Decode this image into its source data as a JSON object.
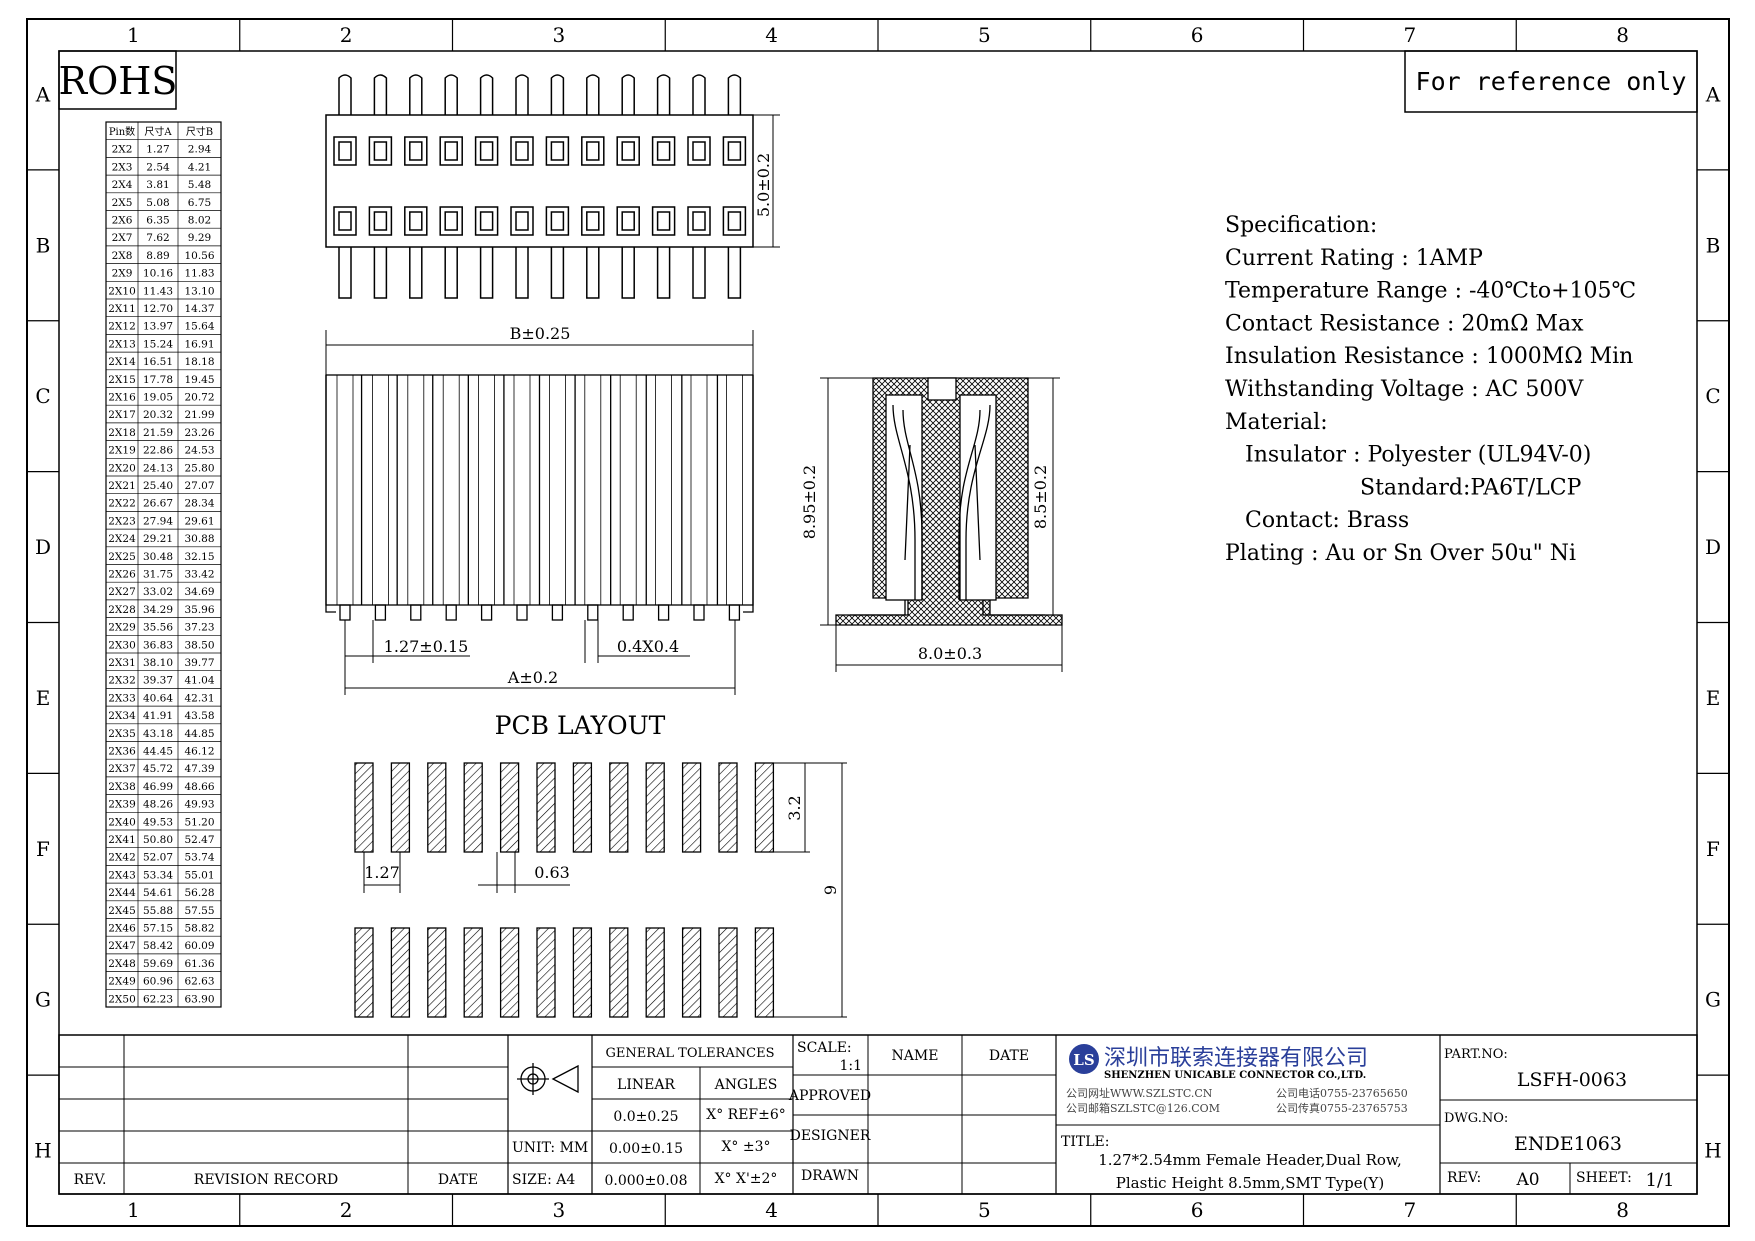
{
  "grid": {
    "cols": [
      "1",
      "2",
      "3",
      "4",
      "5",
      "6",
      "7",
      "8"
    ],
    "rows": [
      "A",
      "B",
      "C",
      "D",
      "E",
      "F",
      "G",
      "H"
    ]
  },
  "rohs": "ROHS",
  "reference_note": "For reference only",
  "size_table": {
    "headers": [
      "Pin数",
      "尺寸A",
      "尺寸B"
    ],
    "rows": [
      [
        "2X2",
        "1.27",
        "2.94"
      ],
      [
        "2X3",
        "2.54",
        "4.21"
      ],
      [
        "2X4",
        "3.81",
        "5.48"
      ],
      [
        "2X5",
        "5.08",
        "6.75"
      ],
      [
        "2X6",
        "6.35",
        "8.02"
      ],
      [
        "2X7",
        "7.62",
        "9.29"
      ],
      [
        "2X8",
        "8.89",
        "10.56"
      ],
      [
        "2X9",
        "10.16",
        "11.83"
      ],
      [
        "2X10",
        "11.43",
        "13.10"
      ],
      [
        "2X11",
        "12.70",
        "14.37"
      ],
      [
        "2X12",
        "13.97",
        "15.64"
      ],
      [
        "2X13",
        "15.24",
        "16.91"
      ],
      [
        "2X14",
        "16.51",
        "18.18"
      ],
      [
        "2X15",
        "17.78",
        "19.45"
      ],
      [
        "2X16",
        "19.05",
        "20.72"
      ],
      [
        "2X17",
        "20.32",
        "21.99"
      ],
      [
        "2X18",
        "21.59",
        "23.26"
      ],
      [
        "2X19",
        "22.86",
        "24.53"
      ],
      [
        "2X20",
        "24.13",
        "25.80"
      ],
      [
        "2X21",
        "25.40",
        "27.07"
      ],
      [
        "2X22",
        "26.67",
        "28.34"
      ],
      [
        "2X23",
        "27.94",
        "29.61"
      ],
      [
        "2X24",
        "29.21",
        "30.88"
      ],
      [
        "2X25",
        "30.48",
        "32.15"
      ],
      [
        "2X26",
        "31.75",
        "33.42"
      ],
      [
        "2X27",
        "33.02",
        "34.69"
      ],
      [
        "2X28",
        "34.29",
        "35.96"
      ],
      [
        "2X29",
        "35.56",
        "37.23"
      ],
      [
        "2X30",
        "36.83",
        "38.50"
      ],
      [
        "2X31",
        "38.10",
        "39.77"
      ],
      [
        "2X32",
        "39.37",
        "41.04"
      ],
      [
        "2X33",
        "40.64",
        "42.31"
      ],
      [
        "2X34",
        "41.91",
        "43.58"
      ],
      [
        "2X35",
        "43.18",
        "44.85"
      ],
      [
        "2X36",
        "44.45",
        "46.12"
      ],
      [
        "2X37",
        "45.72",
        "47.39"
      ],
      [
        "2X38",
        "46.99",
        "48.66"
      ],
      [
        "2X39",
        "48.26",
        "49.93"
      ],
      [
        "2X40",
        "49.53",
        "51.20"
      ],
      [
        "2X41",
        "50.80",
        "52.47"
      ],
      [
        "2X42",
        "52.07",
        "53.74"
      ],
      [
        "2X43",
        "53.34",
        "55.01"
      ],
      [
        "2X44",
        "54.61",
        "56.28"
      ],
      [
        "2X45",
        "55.88",
        "57.55"
      ],
      [
        "2X46",
        "57.15",
        "58.82"
      ],
      [
        "2X47",
        "58.42",
        "60.09"
      ],
      [
        "2X48",
        "59.69",
        "61.36"
      ],
      [
        "2X49",
        "60.96",
        "62.63"
      ],
      [
        "2X50",
        "62.23",
        "63.90"
      ]
    ]
  },
  "dimensions": {
    "top_height": "5.0±0.2",
    "b_width": "B±0.25",
    "pitch": "1.27±0.15",
    "pin_section": "0.4X0.4",
    "a_width": "A±0.2",
    "side_height_outer": "8.95±0.2",
    "side_height_inner": "8.5±0.2",
    "side_width": "8.0±0.3",
    "pad_length": "3.2",
    "row_spacing": "9",
    "pad_pitch": "1.27",
    "pad_width": "0.63"
  },
  "pcb_layout_label": "PCB LAYOUT",
  "specification": [
    "Specification:",
    "Current Rating : 1AMP",
    "Temperature Range : -40℃to+105℃",
    "Contact Resistance : 20mΩ Max",
    "Insulation Resistance : 1000MΩ Min",
    "Withstanding Voltage : AC 500V",
    "Material:",
    "Insulator : Polyester (UL94V-0)",
    "Standard:PA6T/LCP",
    "Contact: Brass",
    "Plating : Au or Sn Over 50u\" Ni"
  ],
  "title_block": {
    "rev_label": "REV.",
    "revision_record": "REVISION RECORD",
    "date_label": "DATE",
    "unit": "UNIT: MM",
    "size": "SIZE: A4",
    "general_tolerances": "GENERAL TOLERANCES",
    "linear": "LINEAR",
    "angles": "ANGLES",
    "lin1": "0.0±0.25",
    "lin2": "0.00±0.15",
    "lin3": "0.000±0.08",
    "ang1": "X° REF±6°",
    "ang2": "X° ±3°",
    "ang3": "X° X'±2°",
    "scale_label": "SCALE:",
    "scale_value": "1:1",
    "name_label": "NAME",
    "date_label2": "DATE",
    "approved": "APPROVED",
    "designer": "DESIGNER",
    "drawn": "DRAWN",
    "company_cn": "深圳市联索连接器有限公司",
    "company_en": "SHENZHEN UNICABLE CONNECTOR CO.,LTD.",
    "website": "公司网址WWW.SZLSTC.CN",
    "email": "公司邮箱SZLSTC@126.COM",
    "phone": "公司电话0755-23765650",
    "fax": "公司传真0755-23765753",
    "logo_letters": "LS",
    "title_label": "TITLE:",
    "title_line1": "1.27*2.54mm Female Header,Dual Row,",
    "title_line2": "Plastic Height 8.5mm,SMT Type(Y)",
    "part_no_label": "PART.NO:",
    "part_no": "LSFH-0063",
    "dwg_no_label": "DWG.NO:",
    "dwg_no": "ENDE1063",
    "rev_label2": "REV:",
    "rev_value": "A0",
    "sheet_label": "SHEET:",
    "sheet_value": "1/1"
  }
}
